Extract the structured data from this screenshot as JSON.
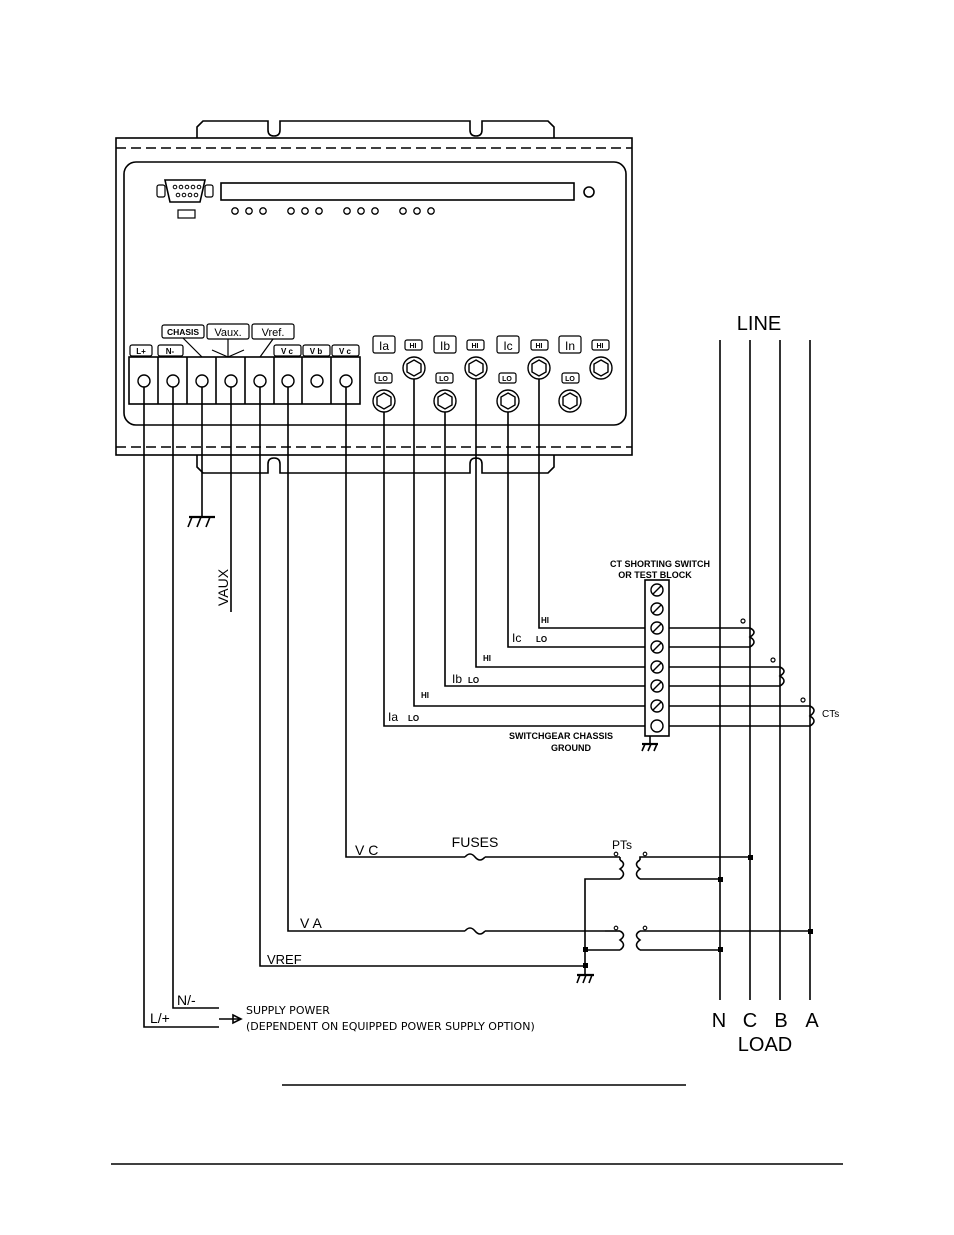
{
  "meter": {
    "terminal_labels": [
      "L+",
      "N-",
      "V c",
      "V b",
      "V c"
    ],
    "group_labels": {
      "chasis": "CHASIS",
      "vaux": "Vaux.",
      "vref": "Vref."
    },
    "ct_labels": [
      "Ia",
      "Ib",
      "Ic",
      "In"
    ],
    "hi_label": "HI",
    "lo_label": "LO"
  },
  "line_bus": {
    "line_label": "LINE",
    "load_label": "LOAD",
    "phase_labels": [
      "N",
      "C",
      "B",
      "A"
    ]
  },
  "ct_block": {
    "title_line1": "CT SHORTING SWITCH",
    "title_line2": "OR TEST BLOCK",
    "ground_line1": "SWITCHGEAR CHASSIS",
    "ground_line2": "GROUND",
    "cts_label": "CTs",
    "wire_labels": {
      "hi": "HI",
      "ic": "Ic",
      "ib": "Ib",
      "ia": "Ia",
      "lo": "LO"
    }
  },
  "pt_section": {
    "fuses_label": "FUSES",
    "pts_label": "PTs",
    "vc_label": "V C",
    "va_label": "V A",
    "vref_label": "VREF"
  },
  "vaux_label": "VAUX",
  "supply": {
    "n_label": "N/-",
    "l_label": "L/+",
    "line1": "SUPPLY POWER",
    "line2": "(DEPENDENT ON EQUIPPED POWER SUPPLY OPTION)"
  }
}
